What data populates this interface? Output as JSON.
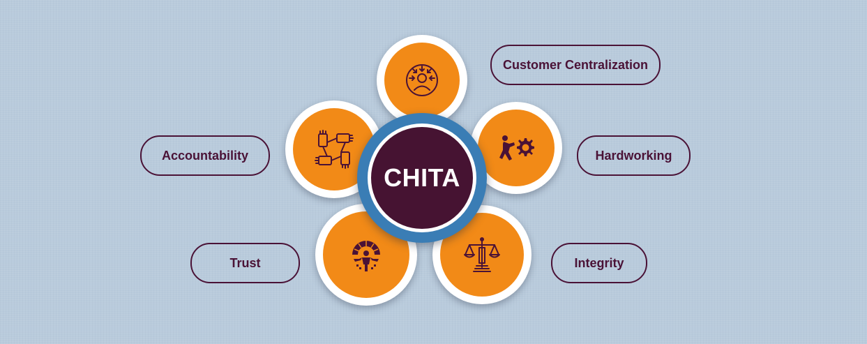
{
  "hub": {
    "title": "CHITA"
  },
  "values": [
    {
      "label": "Customer Centralization",
      "icon": "customer-focus-icon"
    },
    {
      "label": "Hardworking",
      "icon": "person-pushing-gear-icon"
    },
    {
      "label": "Accountability",
      "icon": "linked-hands-icon"
    },
    {
      "label": "Trust",
      "icon": "protected-person-icon"
    },
    {
      "label": "Integrity",
      "icon": "scales-of-justice-icon"
    }
  ],
  "colors": {
    "background": "#b9cbdc",
    "petal_fill": "#f28a17",
    "hub_ring": "#3a7db5",
    "hub_core": "#461332",
    "label_text": "#4a1236"
  }
}
